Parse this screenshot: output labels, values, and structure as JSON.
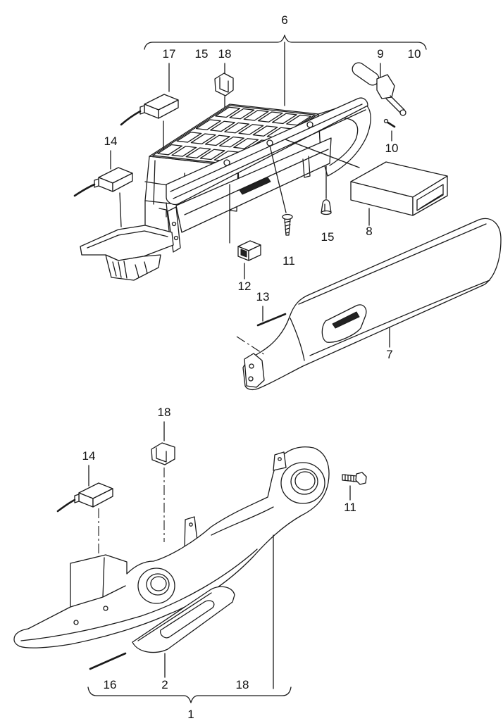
{
  "diagram": {
    "upper": {
      "bracket": "6",
      "callouts": [
        "17",
        "15",
        "18",
        "9",
        "10",
        "14",
        "10",
        "8",
        "15",
        "11",
        "12",
        "13",
        "7"
      ]
    },
    "lower": {
      "bracket": "1",
      "callouts": [
        "18",
        "14",
        "11",
        "16",
        "2",
        "18"
      ]
    }
  }
}
